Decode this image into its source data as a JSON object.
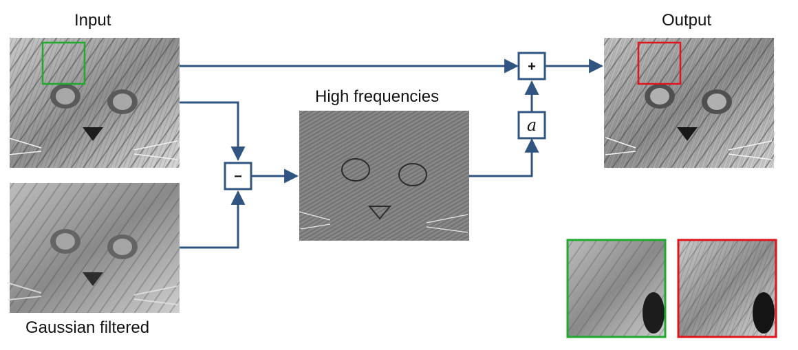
{
  "labels": {
    "input": "Input",
    "output": "Output",
    "high_frequencies": "High frequencies",
    "gaussian_filtered": "Gaussian filtered"
  },
  "operators": {
    "add": "+",
    "subtract": "−",
    "scale": "a"
  },
  "colors": {
    "arrow": "#2f5580",
    "input_crop_frame": "#1faa2c",
    "output_crop_frame": "#e0141c"
  }
}
